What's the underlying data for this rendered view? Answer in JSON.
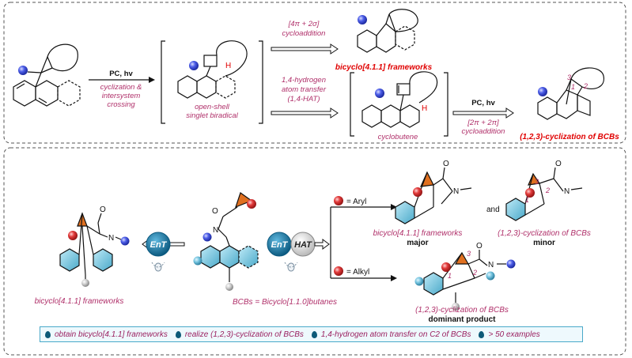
{
  "top_panel": {
    "reagent": "PC, hv",
    "step1": [
      "cyclization &",
      "intersystem",
      "crossing"
    ],
    "biradical_label": [
      "open-shell",
      "singlet biradical"
    ],
    "upper_arrow_label": [
      "[4π + 2σ]",
      "cycloaddition"
    ],
    "upper_product": "bicyclo[4.1.1] frameworks",
    "lower_arrow_label": [
      "1,4-hydrogen",
      "atom transfer",
      "(1,4-HAT)"
    ],
    "cyclobutene_label": "cyclobutene",
    "second_reagent": "PC, hv",
    "second_arrow_label": [
      "[2π + 2π]",
      "cycloaddition"
    ],
    "lower_product": "(1,2,3)-cyclization of BCBs",
    "atom_h": "H",
    "numbers": [
      "1",
      "2",
      "3"
    ]
  },
  "bottom_panel": {
    "left_product": "bicyclo[4.1.1] frameworks",
    "ent": "EnT",
    "hat": "HAT",
    "aryl": "= Aryl",
    "alkyl": "= Alkyl",
    "and": "and",
    "aryl_product1": "bicyclo[4.1.1] frameworks",
    "aryl_product1_note": "major",
    "aryl_product2": "(1,2,3)-cyclization of BCBs",
    "aryl_product2_note": "minor",
    "alkyl_product": "(1,2,3)-cyclization of BCBs",
    "alkyl_product_note": "dominant product",
    "bcb_definition": "BCBs = Bicyclo[1.1.0]butanes",
    "atom_n": "N",
    "atom_o": "O"
  },
  "summary": [
    "obtain bicyclo[4.1.1] frameworks",
    "realize (1,2,3)-cyclization of BCBs",
    "1,4-hydrogen atom transfer on C2 of BCBs",
    "> 50 examples"
  ],
  "colors": {
    "magenta": "#b0306a",
    "red": "#e00000",
    "blue_ball": "#4a5de8",
    "red_ball": "#e23b3b",
    "orange": "#e07020",
    "teal": "#3da7c4"
  }
}
